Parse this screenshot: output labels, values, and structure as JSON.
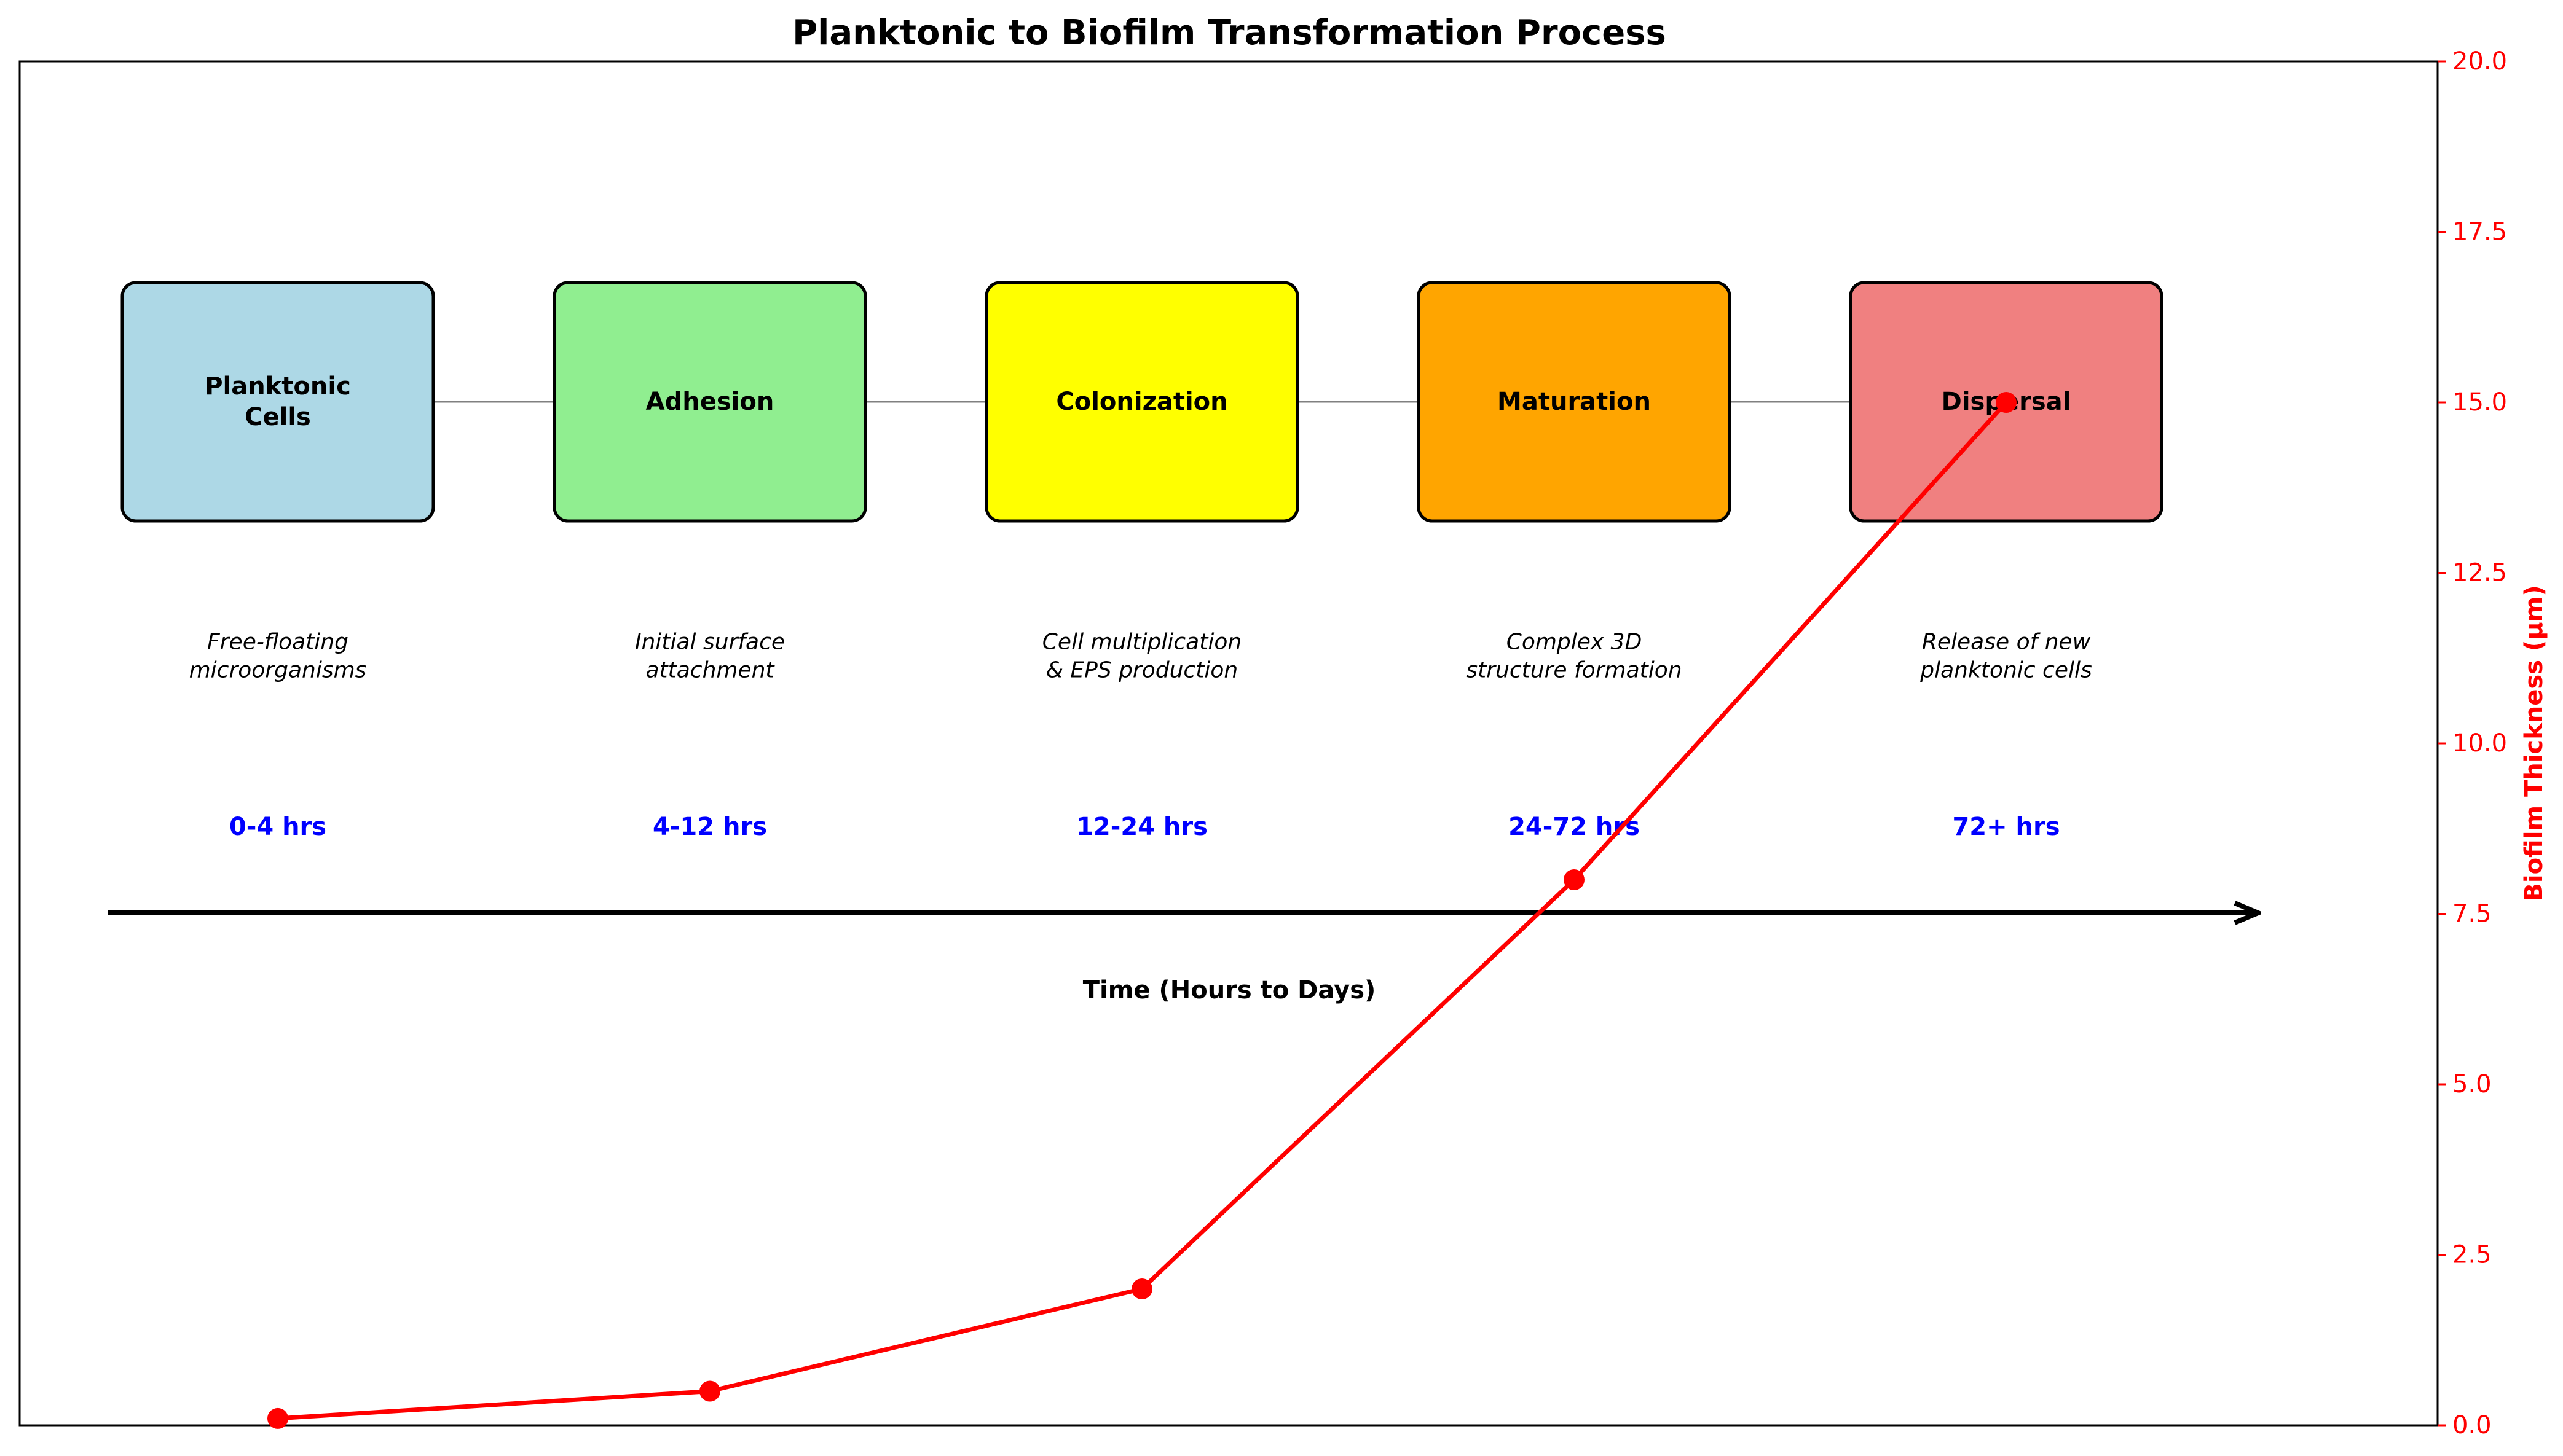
{
  "title": "Planktonic to Biofilm Transformation Process",
  "stages": [
    {
      "name": "Planktonic\nCells",
      "description": "Free-floating\nmicroorganisms",
      "time": "0-4 hrs",
      "color": "#add8e6"
    },
    {
      "name": "Adhesion",
      "description": "Initial surface\nattachment",
      "time": "4-12 hrs",
      "color": "#90ee90"
    },
    {
      "name": "Colonization",
      "description": "Cell multiplication\n& EPS production",
      "time": "12-24 hrs",
      "color": "#ffff00"
    },
    {
      "name": "Maturation",
      "description": "Complex 3D\nstructure formation",
      "time": "24-72 hrs",
      "color": "#ffa500"
    },
    {
      "name": "Dispersal",
      "description": "Release of new\nplanktonic cells",
      "time": "72+ hrs",
      "color": "#f08080"
    }
  ],
  "time_axis_label": "Time (Hours to Days)",
  "colors": {
    "time_text": "#0000ff",
    "thickness_line": "#ff0000",
    "stage_arrow": "#808080"
  },
  "chart_data": {
    "type": "line",
    "x": [
      0,
      1,
      2,
      3,
      4
    ],
    "series": [
      {
        "values": [
          0.1,
          0.5,
          2,
          8,
          15
        ]
      }
    ],
    "ylabel": "Biofilm Thickness (µm)",
    "ylim": [
      0,
      20
    ],
    "yticks": [
      "0.0",
      "2.5",
      "5.0",
      "7.5",
      "10.0",
      "12.5",
      "15.0",
      "17.5",
      "20.0"
    ],
    "grid": false
  }
}
